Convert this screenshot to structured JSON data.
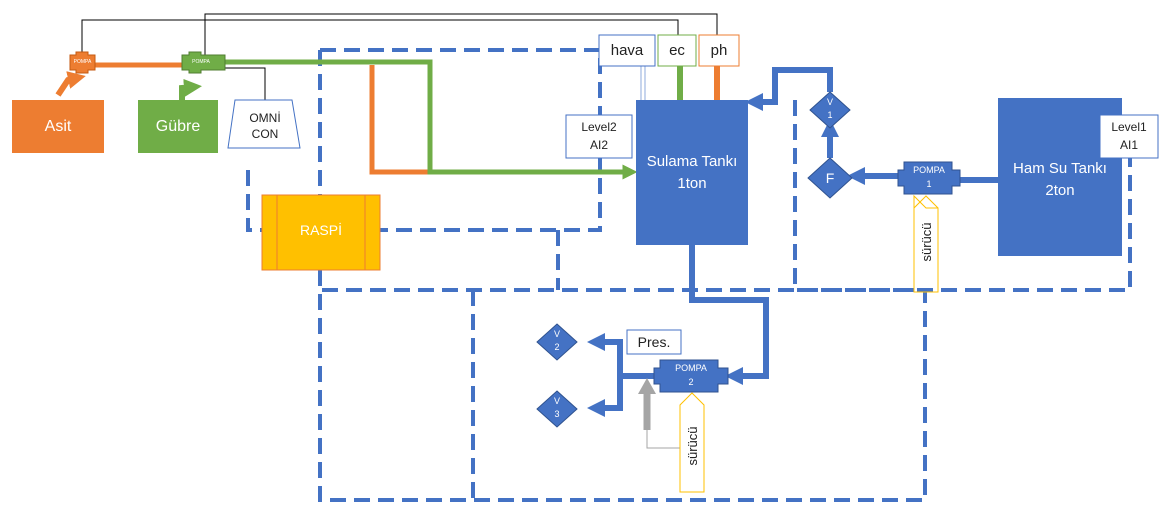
{
  "colors": {
    "blue": "#4472C4",
    "dash_blue": "#4472C4",
    "orange": "#ED7D31",
    "green": "#70AD47",
    "yellow": "#FFC000",
    "gray": "#A5A5A5",
    "black": "#000000"
  },
  "tanks": {
    "acid": "Asit",
    "fertilizer": "Gübre",
    "irrigation_line1": "Sulama Tankı",
    "irrigation_line2": "1ton",
    "raw_water_line1": "Ham Su Tankı",
    "raw_water_line2": "2ton"
  },
  "controller": {
    "raspi": "RASPİ",
    "omni_line1": "OMNİ",
    "omni_line2": "CON"
  },
  "sensors": {
    "air": "hava",
    "ec": "ec",
    "ph": "ph",
    "pressure": "Pres."
  },
  "levels": {
    "level2_line1": "Level2",
    "level2_line2": "AI2",
    "level1_line1": "Level1",
    "level1_line2": "AI1"
  },
  "pumps": {
    "small": "POMPA",
    "pump1_line1": "POMPA",
    "pump1_line2": "1",
    "pump2_line1": "POMPA",
    "pump2_line2": "2"
  },
  "valves": {
    "v1_line1": "V",
    "v1_line2": "1",
    "v2_line1": "V",
    "v2_line2": "2",
    "v3_line1": "V",
    "v3_line2": "3",
    "filter": "F"
  },
  "drivers": {
    "driver1": "sürücü",
    "driver2": "sürücü"
  }
}
